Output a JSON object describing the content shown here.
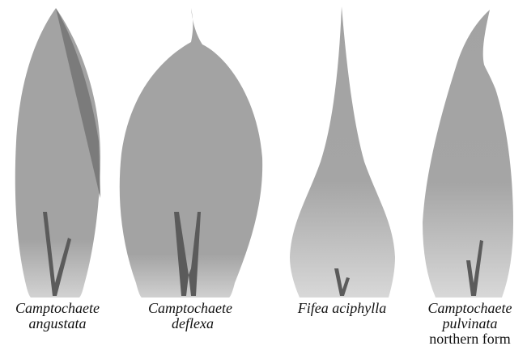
{
  "figure": {
    "leaves": [
      {
        "id": "angustata",
        "genus": "Camptochaete",
        "species": "angustata",
        "note": ""
      },
      {
        "id": "deflexa",
        "genus": "Camptochaete",
        "species": "deflexa",
        "note": ""
      },
      {
        "id": "aciphylla",
        "genus": "",
        "species": "Fifea aciphylla",
        "note": ""
      },
      {
        "id": "pulvinata",
        "genus": "Camptochaete",
        "species": "pulvinata",
        "note": "northern form"
      }
    ],
    "colors": {
      "leaf": "#a3a3a3",
      "leaf_base": "#d2d2d2",
      "costa": "#5b5b5b",
      "fold": "#7b7b7b",
      "background": "#ffffff"
    }
  }
}
